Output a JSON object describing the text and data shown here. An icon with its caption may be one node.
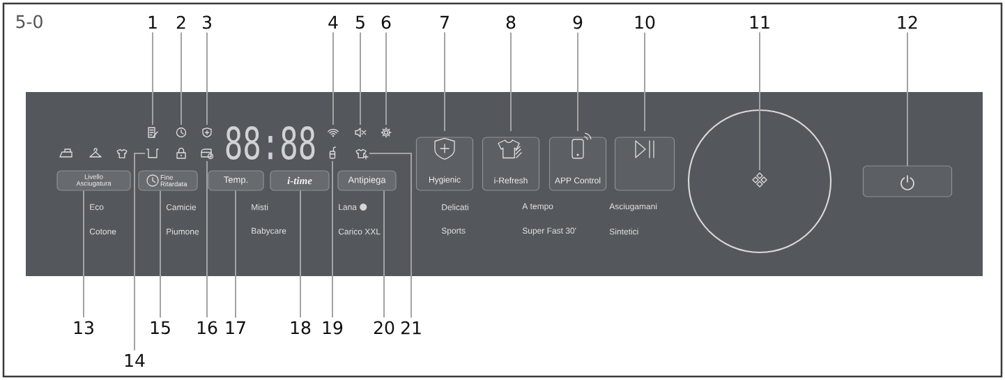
{
  "diagram": {
    "nodes": [
      {
        "text": [],
        "shape": "box"
      },
      {
        "text": [
          "1"
        ]
      },
      {
        "text": [
          "2"
        ]
      },
      {
        "text": [
          "3"
        ]
      },
      {
        "text": [
          "4"
        ]
      },
      {
        "text": [
          "5"
        ]
      },
      {
        "text": [
          "6"
        ]
      },
      {
        "text": [
          "7"
        ]
      },
      {
        "text": [
          "8"
        ]
      },
      {
        "text": [
          "9"
        ]
      },
      {
        "text": [
          "10"
        ]
      },
      {
        "text": [
          "11"
        ]
      },
      {
        "text": [
          "12"
        ]
      },
      {
        "text": [],
        "shape": "picture",
        "in": 0
      },
      {
        "text": [],
        "shape": "picture",
        "in": 0
      },
      {
        "text": [],
        "shape": "picture",
        "in": 0
      },
      {
        "text": [],
        "shape": "picture",
        "in": 0
      },
      {
        "text": [],
        "shape": "picture",
        "in": 0
      },
      {
        "text": [],
        "shape": "picture",
        "in": 0
      },
      {
        "text": [
          "Hygienic"
        ],
        "in": 0
      },
      {
        "text": [
          "i-Refresh"
        ],
        "in": 0
      },
      {
        "text": [
          "APP Control"
        ],
        "in": 0
      },
      {
        "text": [],
        "shape": "box",
        "in": 0
      },
      {
        "text": [],
        "shape": "circle",
        "in": 0
      },
      {
        "text": [],
        "shape": "picture",
        "in": 23
      },
      {
        "text": [],
        "shape": "box",
        "in": 0
      },
      {
        "text": [],
        "shape": "picture",
        "in": 0
      },
      {
        "text": [],
        "shape": "picture",
        "in": 0
      },
      {
        "text": [],
        "shape": "picture",
        "in": 0
      },
      {
        "text": [],
        "shape": "picture",
        "in": 0
      },
      {
        "text": [
          "Livello Asciugatura"
        ],
        "in": 0
      },
      {
        "text": [
          "Fine Ritardata"
        ],
        "in": 0
      },
      {
        "text": [
          "Temp."
        ],
        "in": 0
      },
      {
        "text": [
          "i-time"
        ],
        "in": 0
      },
      {
        "text": [
          "Antipiega"
        ],
        "in": 0
      },
      {
        "text": [
          "13"
        ]
      },
      {
        "text": [
          "14"
        ]
      },
      {
        "text": [
          "15"
        ]
      },
      {
        "text": [
          "16"
        ]
      },
      {
        "text": [
          "17"
        ]
      },
      {
        "text": [
          "18"
        ]
      },
      {
        "text": [
          "19"
        ]
      },
      {
        "text": [
          "20"
        ]
      },
      {
        "text": [
          "21"
        ]
      }
    ],
    "edges": [
      {
        "from": 1,
        "to": 13,
        "arrow": "none"
      },
      {
        "from": 2,
        "to": 14,
        "arrow": "none"
      },
      {
        "from": 3,
        "to": 15,
        "arrow": "none"
      },
      {
        "from": 4,
        "to": 16,
        "arrow": "none"
      },
      {
        "from": 5,
        "to": 17,
        "arrow": "none"
      },
      {
        "from": 6,
        "to": 18,
        "arrow": "none"
      },
      {
        "from": 7,
        "to": 19,
        "arrow": "none"
      },
      {
        "from": 8,
        "to": 20,
        "arrow": "none"
      },
      {
        "from": 9,
        "to": 21,
        "arrow": "none"
      },
      {
        "from": 10,
        "to": 22,
        "arrow": "none"
      },
      {
        "from": 11,
        "to": 24,
        "arrow": "none"
      },
      {
        "from": 12,
        "to": 25,
        "arrow": "none"
      },
      {
        "from": 35,
        "to": 30,
        "arrow": "none"
      },
      {
        "from": 36,
        "to": 26,
        "arrow": "none"
      },
      {
        "from": 37,
        "to": 31,
        "arrow": "none"
      },
      {
        "from": 38,
        "to": 27,
        "arrow": "none"
      },
      {
        "from": 39,
        "to": 32,
        "arrow": "none"
      },
      {
        "from": 40,
        "to": 33,
        "arrow": "none"
      },
      {
        "from": 41,
        "to": 28,
        "arrow": "none"
      },
      {
        "from": 42,
        "to": 34,
        "arrow": "none"
      },
      {
        "from": 43,
        "to": 29,
        "arrow": "none"
      }
    ],
    "labels": [
      "5-0",
      "88:88",
      "Eco",
      "Camicie",
      "Misti",
      "Lana",
      "Delicati",
      "A tempo",
      "Asciugamani",
      "Cotone",
      "Piumone",
      "Babycare",
      "Carico XXL",
      "Sports",
      "Super Fast 30'",
      "Sintetici"
    ]
  }
}
